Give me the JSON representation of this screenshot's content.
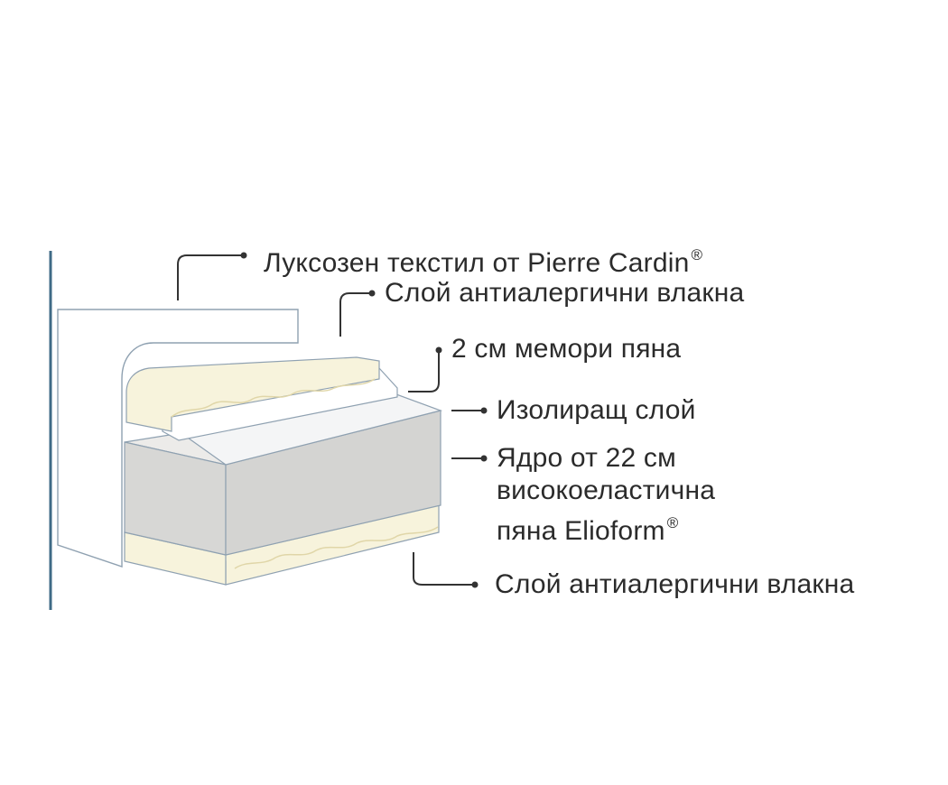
{
  "labels": {
    "textile": {
      "text": "Луксозен текстил от Pierre Cardin",
      "mark": "®"
    },
    "fibers_top": {
      "text": "Слой антиалергични влакна"
    },
    "memory_foam": {
      "text": "2 см мемори пяна"
    },
    "insulating": {
      "text": "Изолиращ слой"
    },
    "core": {
      "lines": [
        "Ядро от 22 см",
        "високоеластична",
        "пяна Elioform"
      ],
      "mark": "®"
    },
    "fibers_bottom": {
      "text": "Слой антиалергични влакна"
    }
  },
  "colors": {
    "text": "#2b2b2b",
    "leader": "#333333",
    "frame_line": "#3f6b86",
    "outline": "#8fa1b1",
    "fiber_fill": "#f7f3dc",
    "fiber_edge": "#e9e1bd",
    "core_fill": "#d7d7d5",
    "core_top": "#ecebe9",
    "insulating_fill": "#f4f5f6"
  }
}
